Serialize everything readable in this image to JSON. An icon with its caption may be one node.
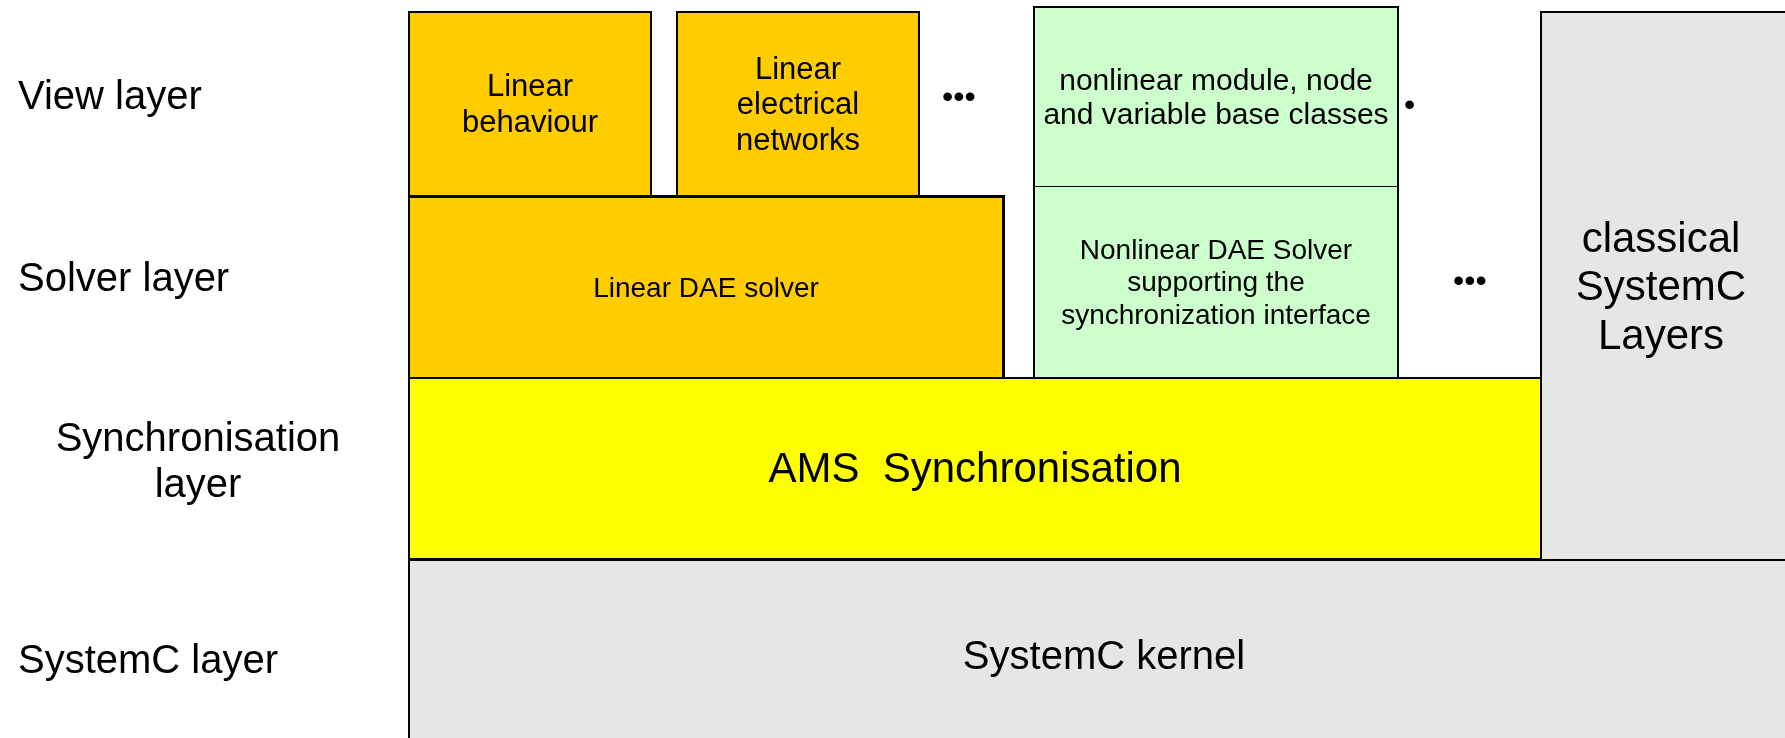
{
  "diagram": {
    "nodes": [
      {
        "text": [
          "Linear behaviour"
        ]
      },
      {
        "text": [
          "Linear electrical networks"
        ]
      },
      {
        "text": [
          "nonlinear module, node and variable base classes"
        ]
      },
      {
        "text": [
          "classical SystemC Layers"
        ]
      },
      {
        "text": [
          "Linear DAE solver"
        ]
      },
      {
        "text": [
          "Nonlinear DAE Solver supporting the synchronization interface"
        ]
      },
      {
        "text": [
          "AMS  Synchronisation"
        ]
      },
      {
        "text": [
          "SystemC kernel"
        ]
      }
    ],
    "labels": [
      "View layer",
      "•••",
      "•",
      "Solver layer",
      "•••",
      "Synchronisation layer",
      "SystemC layer"
    ]
  }
}
